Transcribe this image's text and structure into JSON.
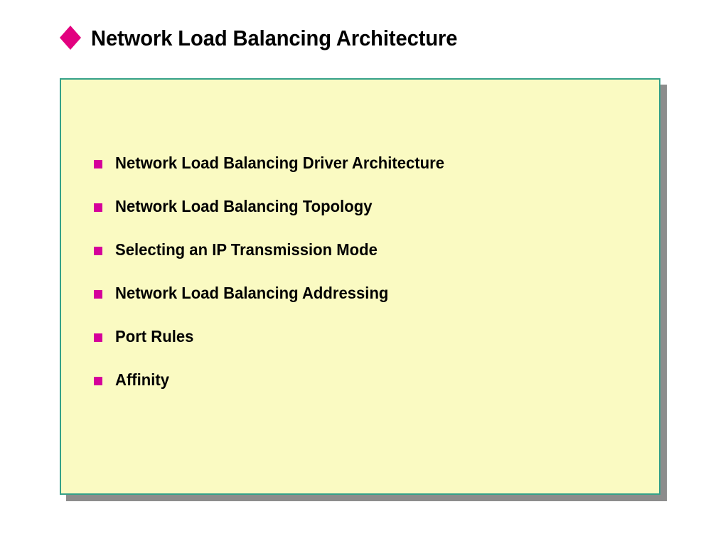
{
  "slide": {
    "background_color": "#ffffff",
    "title": {
      "text": "Network Load Balancing Architecture",
      "bullet_icon": "diamond-bullet-icon",
      "bullet_color": "#e2007f",
      "text_color": "#000000"
    },
    "content_panel": {
      "background_color": "#fafac2",
      "border_color": "#35a189",
      "shadow_color": "#8c8c8c",
      "bullet_marker_color": "#d5009b",
      "items": [
        {
          "label": "Network Load Balancing Driver Architecture"
        },
        {
          "label": "Network Load Balancing Topology"
        },
        {
          "label": "Selecting an IP Transmission Mode"
        },
        {
          "label": "Network Load Balancing Addressing"
        },
        {
          "label": "Port Rules"
        },
        {
          "label": "Affinity"
        }
      ]
    }
  }
}
